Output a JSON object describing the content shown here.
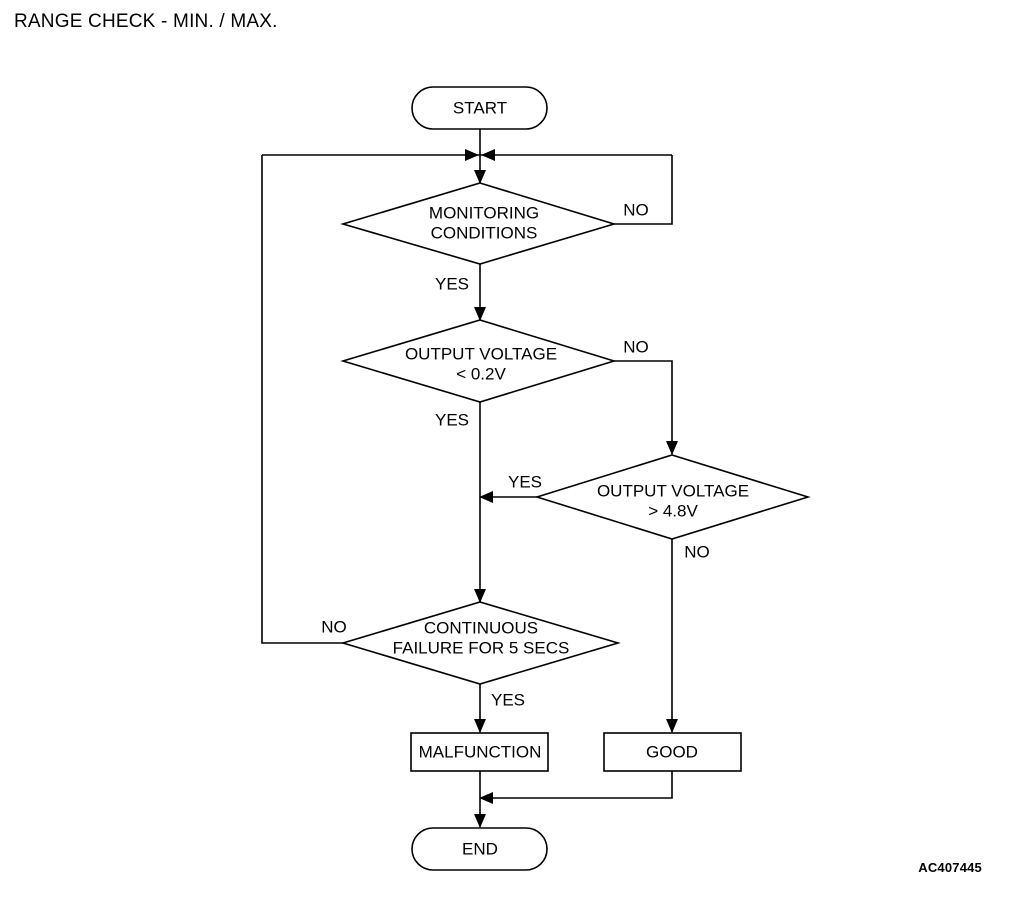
{
  "page": {
    "title": "RANGE CHECK - MIN. / MAX.",
    "figure_code": "AC407445",
    "background_color": "#ffffff",
    "line_color": "#000000",
    "text_color": "#000000"
  },
  "diagram": {
    "type": "flowchart",
    "orientation": "top-to-bottom",
    "nodes": [
      {
        "id": "start",
        "shape": "terminator",
        "label": "START"
      },
      {
        "id": "monitoring",
        "shape": "decision",
        "label_line1": "MONITORING",
        "label_line2": "CONDITIONS"
      },
      {
        "id": "volt_low",
        "shape": "decision",
        "label_line1": "OUTPUT VOLTAGE",
        "label_line2": "< 0.2V"
      },
      {
        "id": "volt_high",
        "shape": "decision",
        "label_line1": "OUTPUT VOLTAGE",
        "label_line2": "> 4.8V"
      },
      {
        "id": "continuous",
        "shape": "decision",
        "label_line1": "CONTINUOUS",
        "label_line2": "FAILURE FOR 5 SECS"
      },
      {
        "id": "malfunction",
        "shape": "process",
        "label": "MALFUNCTION"
      },
      {
        "id": "good",
        "shape": "process",
        "label": "GOOD"
      },
      {
        "id": "end",
        "shape": "terminator",
        "label": "END"
      }
    ],
    "branch_labels": {
      "monitoring_no": "NO",
      "monitoring_yes": "YES",
      "volt_low_no": "NO",
      "volt_low_yes": "YES",
      "volt_high_yes": "YES",
      "volt_high_no": "NO",
      "continuous_no": "NO",
      "continuous_yes": "YES"
    },
    "edges": [
      {
        "from": "start",
        "to": "monitoring",
        "label": ""
      },
      {
        "from": "monitoring",
        "to": "monitoring",
        "label": "NO",
        "routing": "right-loop-back-to-entry"
      },
      {
        "from": "monitoring",
        "to": "volt_low",
        "label": "YES"
      },
      {
        "from": "volt_low",
        "to": "volt_high",
        "label": "NO",
        "routing": "right-then-down"
      },
      {
        "from": "volt_low",
        "to": "continuous",
        "label": "YES"
      },
      {
        "from": "volt_high",
        "to": "continuous",
        "label": "YES",
        "routing": "left-then-down"
      },
      {
        "from": "volt_high",
        "to": "good",
        "label": "NO"
      },
      {
        "from": "continuous",
        "to": "monitoring",
        "label": "NO",
        "routing": "left-loop-back-to-entry"
      },
      {
        "from": "continuous",
        "to": "malfunction",
        "label": "YES"
      },
      {
        "from": "malfunction",
        "to": "end",
        "label": ""
      },
      {
        "from": "good",
        "to": "end",
        "label": "",
        "routing": "down-then-left"
      }
    ]
  }
}
